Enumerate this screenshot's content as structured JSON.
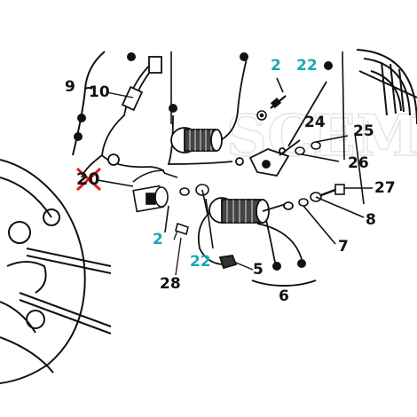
{
  "diagram": {
    "watermark": "SCEMAR",
    "colors": {
      "ink": "#111111",
      "teal": "#1aa7b8",
      "highlight": "#e0201e",
      "watermark": "#c9c9c9"
    },
    "labels": {
      "l9": "9",
      "l10": "10",
      "l2a": "2",
      "l22a": "22",
      "l24": "24",
      "l25": "25",
      "l26": "26",
      "l20": "20",
      "l27": "27",
      "l8": "8",
      "l2b": "2",
      "l7": "7",
      "l22b": "22",
      "l5": "5",
      "l28": "28",
      "l6": "6"
    }
  }
}
